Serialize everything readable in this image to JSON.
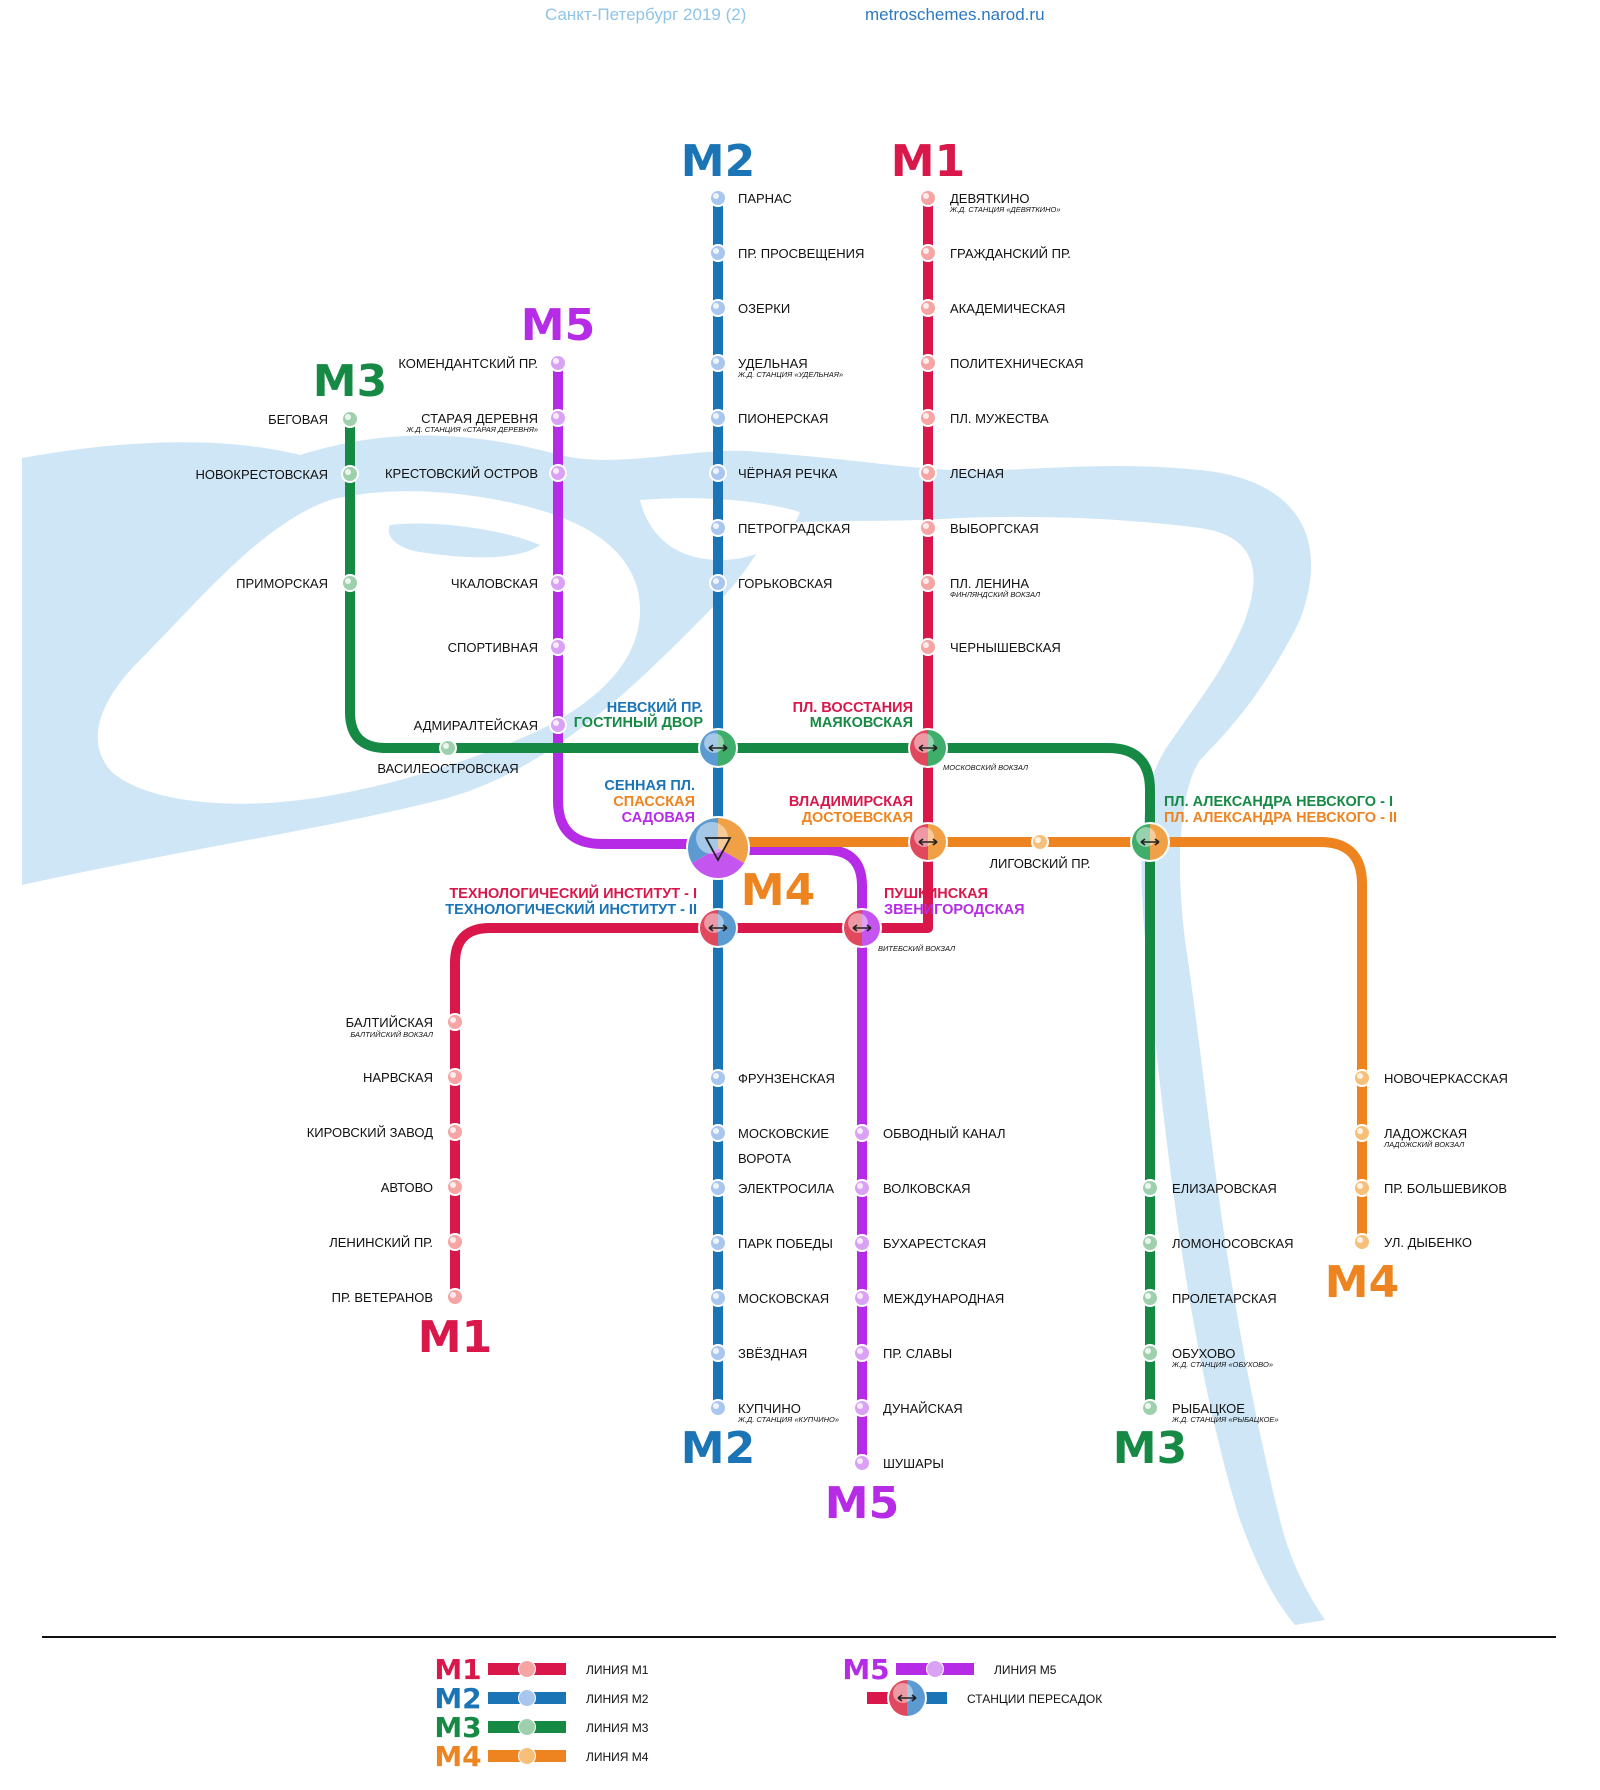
{
  "header": {
    "title": "Санкт-Петербург 2019 (2)",
    "site": "metroschemes.narod.ru"
  },
  "colors": {
    "m1": "#d9174b",
    "m2": "#1a74b6",
    "m3": "#168a45",
    "m4": "#ee8420",
    "m5": "#b62ce6",
    "water": "#cfe6f7"
  },
  "lines": {
    "m1": "M1",
    "m2": "M2",
    "m3": "M3",
    "m4": "M4",
    "m5": "M5"
  },
  "stations": {
    "parnas": "ПАРНАС",
    "pr_prosv": "ПР. ПРОСВЕЩЕНИЯ",
    "ozerki": "ОЗЕРКИ",
    "udelnaya": "УДЕЛЬНАЯ",
    "udelnaya_sub": "Ж.Д. СТАНЦИЯ «УДЕЛЬНАЯ»",
    "pionerskaya": "ПИОНЕРСКАЯ",
    "chernaya_rechka": "ЧЁРНАЯ РЕЧКА",
    "petrogradskaya": "ПЕТРОГРАДСКАЯ",
    "gorkovskaya": "ГОРЬКОВСКАЯ",
    "frunzenskaya": "ФРУНЗЕНСКАЯ",
    "mosk_vorota": "МОСКОВСКИЕ",
    "mosk_vorota2": "ВОРОТА",
    "elektrosila": "ЭЛЕКТРОСИЛА",
    "park_pobedy": "ПАРК ПОБЕДЫ",
    "moskovskaya": "МОСКОВСКАЯ",
    "zvezdnaya": "ЗВЁЗДНАЯ",
    "kupchino": "КУПЧИНО",
    "kupchino_sub": "Ж.Д. СТАНЦИЯ «КУПЧИНО»",
    "devyatkino": "ДЕВЯТКИНО",
    "devyatkino_sub": "Ж.Д. СТАНЦИЯ «ДЕВЯТКИНО»",
    "grazhd": "ГРАЖДАНСКИЙ ПР.",
    "akadem": "АКАДЕМИЧЕСКАЯ",
    "politeh": "ПОЛИТЕХНИЧЕСКАЯ",
    "muzhestva": "ПЛ. МУЖЕСТВА",
    "lesnaya": "ЛЕСНАЯ",
    "vyborgskaya": "ВЫБОРГСКАЯ",
    "pl_lenina": "ПЛ. ЛЕНИНА",
    "pl_lenina_sub": "ФИНЛЯНДСКИЙ ВОКЗАЛ",
    "chernysh": "ЧЕРНЫШЕВСКАЯ",
    "baltiyskaya": "БАЛТИЙСКАЯ",
    "baltiyskaya_sub": "БАЛТИЙСКИЙ ВОКЗАЛ",
    "narvskaya": "НАРВСКАЯ",
    "kirovsky": "КИРОВСКИЙ ЗАВОД",
    "avtovo": "АВТОВО",
    "leninsky": "ЛЕНИНСКИЙ ПР.",
    "veteranov": "ПР. ВЕТЕРАНОВ",
    "komend": "КОМЕНДАНТСКИЙ ПР.",
    "star_derevnya": "СТАРАЯ ДЕРЕВНЯ",
    "star_derevnya_sub": "Ж.Д. СТАНЦИЯ «СТАРАЯ ДЕРЕВНЯ»",
    "krestovsky": "КРЕСТОВСКИЙ ОСТРОВ",
    "chkalovskaya": "ЧКАЛОВСКАЯ",
    "sportivnaya": "СПОРТИВНАЯ",
    "admiral": "АДМИРАЛТЕЙСКАЯ",
    "obvodny": "ОБВОДНЫЙ КАНАЛ",
    "volkovskaya": "ВОЛКОВСКАЯ",
    "bukharest": "БУХАРЕСТСКАЯ",
    "mezhdunar": "МЕЖДУНАРОДНАЯ",
    "pr_slavy": "ПР. СЛАВЫ",
    "dunayskaya": "ДУНАЙСКАЯ",
    "shushary": "ШУШАРЫ",
    "begovaya": "БЕГОВАЯ",
    "novokrest": "НОВОКРЕСТОВСКАЯ",
    "primorskaya": "ПРИМОРСКАЯ",
    "vasileostr": "ВАСИЛЕОСТРОВСКАЯ",
    "elizarov": "ЕЛИЗАРОВСКАЯ",
    "lomonos": "ЛОМОНОСОВСКАЯ",
    "proletar": "ПРОЛЕТАРСКАЯ",
    "obukhovo": "ОБУХОВО",
    "obukhovo_sub": "Ж.Д. СТАНЦИЯ «ОБУХОВО»",
    "rybatskoe": "РЫБАЦКОЕ",
    "rybatskoe_sub": "Ж.Д. СТАНЦИЯ «РЫБАЦКОЕ»",
    "ligovsky": "ЛИГОВСКИЙ ПР.",
    "novocherk": "НОВОЧЕРКАССКАЯ",
    "ladozhskaya": "ЛАДОЖСКАЯ",
    "ladozhskaya_sub": "ЛАДОЖСКИЙ ВОКЗАЛ",
    "bolshevikov": "ПР. БОЛЬШЕВИКОВ",
    "dybenko": "УЛ. ДЫБЕНКО"
  },
  "transfers": {
    "nevsky": "НЕВСКИЙ ПР.",
    "gostiny": "ГОСТИНЫЙ ДВОР",
    "vosstaniya": "ПЛ. ВОССТАНИЯ",
    "mayakovskaya": "МАЯКОВСКАЯ",
    "moskovsky_vokzal": "МОСКОВСКИЙ ВОКЗАЛ",
    "sennaya": "СЕННАЯ ПЛ.",
    "spasskaya": "СПАССКАЯ",
    "sadovaya": "САДОВАЯ",
    "vladimirskaya": "ВЛАДИМИРСКАЯ",
    "dostoevskaya": "ДОСТОЕВСКАЯ",
    "alex_nevsky_1": "ПЛ. АЛЕКСАНДРА НЕВСКОГО - I",
    "alex_nevsky_2": "ПЛ. АЛЕКСАНДРА НЕВСКОГО - II",
    "tech_1": "ТЕХНОЛОГИЧЕСКИЙ ИНСТИТУТ - I",
    "tech_2": "ТЕХНОЛОГИЧЕСКИЙ ИНСТИТУТ - II",
    "pushkinskaya": "ПУШКИНСКАЯ",
    "zvenigorodskaya": "ЗВЕНИГОРОДСКАЯ",
    "vitebsky_vokzal": "ВИТЕБСКИЙ ВОКЗАЛ"
  },
  "legend": {
    "line_m1": "ЛИНИЯ M1",
    "line_m2": "ЛИНИЯ M2",
    "line_m3": "ЛИНИЯ M3",
    "line_m4": "ЛИНИЯ M4",
    "line_m5": "ЛИНИЯ M5",
    "transfers": "СТАНЦИИ ПЕРЕСАДОК"
  }
}
